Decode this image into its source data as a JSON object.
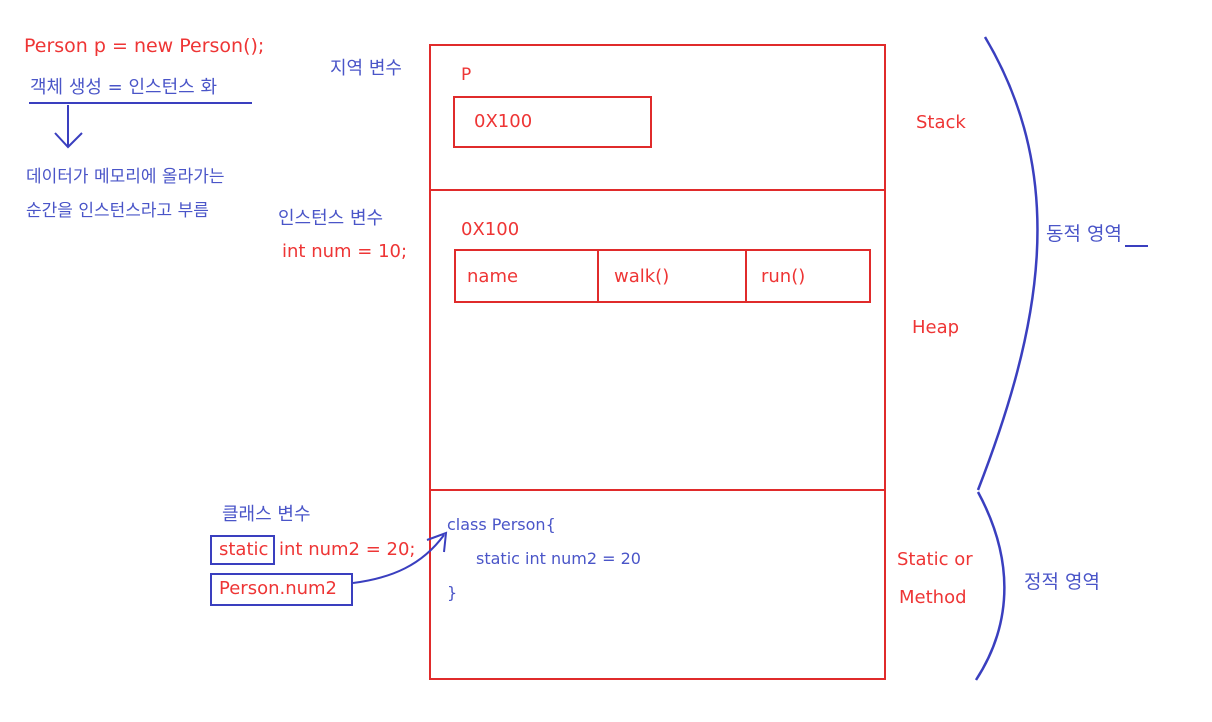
{
  "left_notes": {
    "code_line": "Person p = new Person();",
    "creation_label": "객체 생성 = 인스턴스 화",
    "explain_line1": "데이터가 메모리에 올라가는",
    "explain_line2": "순간을 인스턴스라고 부름"
  },
  "labels": {
    "local_var": "지역 변수",
    "instance_var": "인스턴스 변수",
    "instance_code": "int num = 10;",
    "class_var": "클래스 변수",
    "static_keyword": "static",
    "static_rest": "int num2 = 20;",
    "class_ref": "Person.num2"
  },
  "stack": {
    "var_name": "P",
    "address": "0X100",
    "area_label": "Stack"
  },
  "heap": {
    "address": "0X100",
    "cells": [
      "name",
      "walk()",
      "run()"
    ],
    "area_label": "Heap"
  },
  "static_area": {
    "code_line1": "class Person{",
    "code_line2": "static int num2 = 20",
    "code_line3": "}",
    "label_line1": "Static or",
    "label_line2": "Method"
  },
  "regions": {
    "dynamic": "동적 영역",
    "static": "정적  영역"
  },
  "colors": {
    "red": "#ee3535",
    "blue": "#4a55c8"
  }
}
